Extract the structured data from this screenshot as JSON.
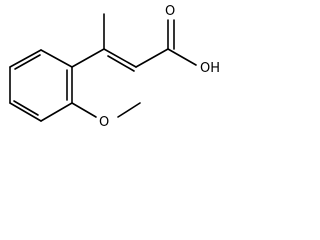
{
  "molecule": {
    "atoms": {
      "carbonyl_oxygen": "O",
      "hydroxyl": "OH",
      "methoxy_oxygen": "O"
    }
  },
  "colors": {
    "bond": "#000000",
    "text": "#000000",
    "background": "#ffffff"
  }
}
